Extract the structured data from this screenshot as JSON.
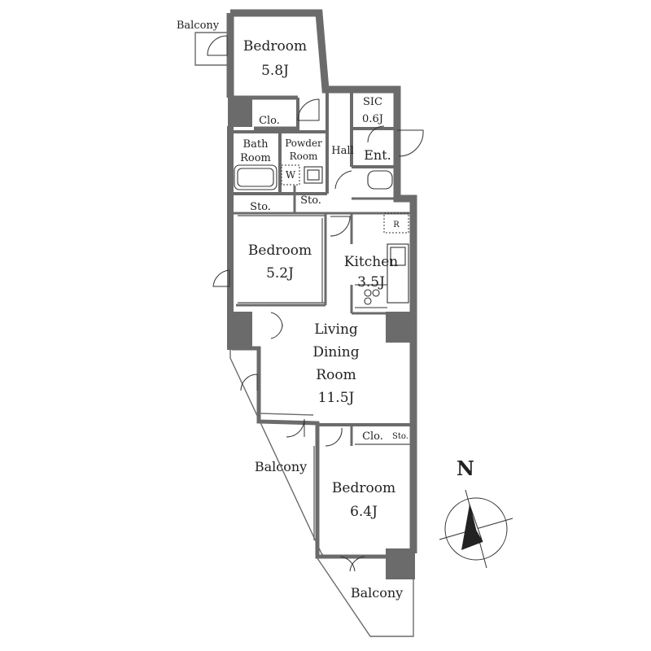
{
  "rooms": {
    "balcony_top": "Balcony",
    "bedroom_top": "Bedroom",
    "bedroom_top_size": "5.8J",
    "closet_top": "Clo.",
    "sic": "SIC",
    "sic_size": "0.6J",
    "bath": "Bath",
    "bath2": "Room",
    "powder": "Powder",
    "powder2": "Room",
    "washer": "W",
    "hall": "Hall",
    "entrance": "Ent.",
    "storage_left": "Sto.",
    "storage_mid": "Sto.",
    "refrigerator": "R",
    "bedroom_mid": "Bedroom",
    "bedroom_mid_size": "5.2J",
    "kitchen": "Kitchen",
    "kitchen_size": "3.5J",
    "living1": "Living",
    "living2": "Dining",
    "living3": "Room",
    "living_size": "11.5J",
    "closet_bottom": "Clo.",
    "storage_bottom": "Sto.",
    "balcony_left": "Balcony",
    "bedroom_bottom": "Bedroom",
    "bedroom_bottom_size": "6.4J",
    "balcony_bottom": "Balcony"
  },
  "compass": {
    "north_label": "N"
  },
  "colors": {
    "wall": "#6b6b6b",
    "line": "#333333",
    "background": "#ffffff"
  }
}
